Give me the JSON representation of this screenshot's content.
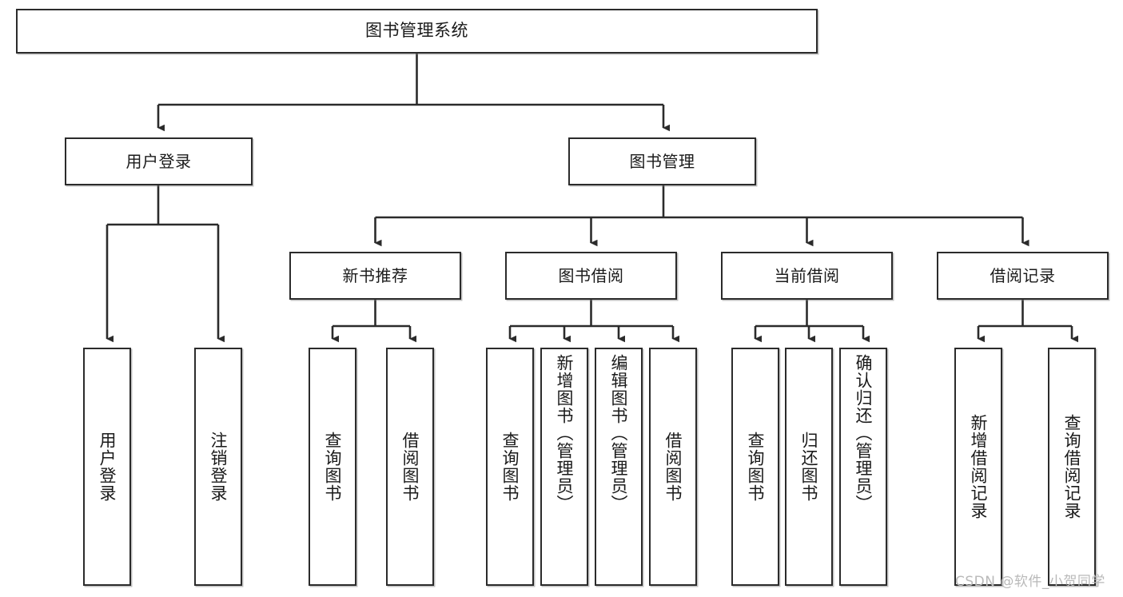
{
  "diagram": {
    "type": "tree-hierarchy-flowchart",
    "title": "图书管理系统",
    "root": {
      "id": "root",
      "label": "图书管理系统"
    },
    "level1": [
      {
        "id": "user-login",
        "label": "用户登录"
      },
      {
        "id": "book-management",
        "label": "图书管理"
      }
    ],
    "level2": [
      {
        "id": "new-book-recommend",
        "label": "新书推荐",
        "parent": "book-management"
      },
      {
        "id": "book-borrow",
        "label": "图书借阅",
        "parent": "book-management"
      },
      {
        "id": "current-borrow",
        "label": "当前借阅",
        "parent": "book-management"
      },
      {
        "id": "borrow-record",
        "label": "借阅记录",
        "parent": "book-management"
      }
    ],
    "leaves": {
      "user_login": [
        {
          "id": "leaf-user-login",
          "label": "用户登录"
        },
        {
          "id": "leaf-logout-login",
          "label": "注销登录"
        }
      ],
      "new_book_recommend": [
        {
          "id": "leaf-query-book-1",
          "label": "查询图书"
        },
        {
          "id": "leaf-borrow-book-1",
          "label": "借阅图书"
        }
      ],
      "book_borrow": [
        {
          "id": "leaf-query-book-2",
          "label": "查询图书"
        },
        {
          "id": "leaf-add-book",
          "label": "新增图书（管理员）"
        },
        {
          "id": "leaf-edit-book",
          "label": "编辑图书（管理员）"
        },
        {
          "id": "leaf-borrow-book-2",
          "label": "借阅图书"
        }
      ],
      "current_borrow": [
        {
          "id": "leaf-query-book-3",
          "label": "查询图书"
        },
        {
          "id": "leaf-return-book",
          "label": "归还图书"
        },
        {
          "id": "leaf-confirm-return",
          "label": "确认归还（管理员）"
        }
      ],
      "borrow_record": [
        {
          "id": "leaf-add-record",
          "label": "新增借阅记录"
        },
        {
          "id": "leaf-query-record",
          "label": "查询借阅记录"
        }
      ]
    },
    "watermark": "CSDN @软件_小贺同学",
    "colors": {
      "stroke": "#2b2b2b",
      "fill": "#ffffff",
      "text": "#1a1a1a",
      "watermark": "#b9b9b9"
    }
  }
}
